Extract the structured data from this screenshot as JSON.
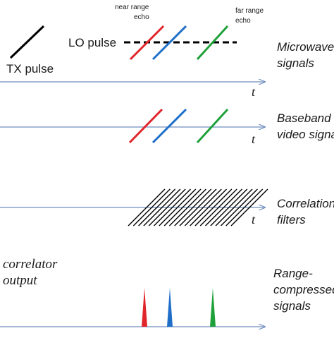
{
  "labels": {
    "tx_pulse": "TX pulse",
    "lo_pulse": "LO pulse",
    "near_echo_line1": "near range",
    "near_echo_line2": "echo",
    "far_echo_line1": "far range",
    "far_echo_line2": "echo",
    "t_axis": "t",
    "correlator_output_line1": "correlator",
    "correlator_output_line2": "output"
  },
  "rows": [
    {
      "name_line1": "Microwave",
      "name_line2": "signals"
    },
    {
      "name_line1": "Baseband",
      "name_line2": "video signals"
    },
    {
      "name_line1": "Correlation",
      "name_line2": "filters"
    },
    {
      "name_line1": "Range-",
      "name_line2": "compressed",
      "name_line3": "signals"
    }
  ],
  "colors": {
    "axis": "#6f8fbf",
    "echo_red": "#e0252b",
    "echo_blue": "#1f6fc9",
    "echo_green": "#1fa13a",
    "black": "#000000"
  }
}
